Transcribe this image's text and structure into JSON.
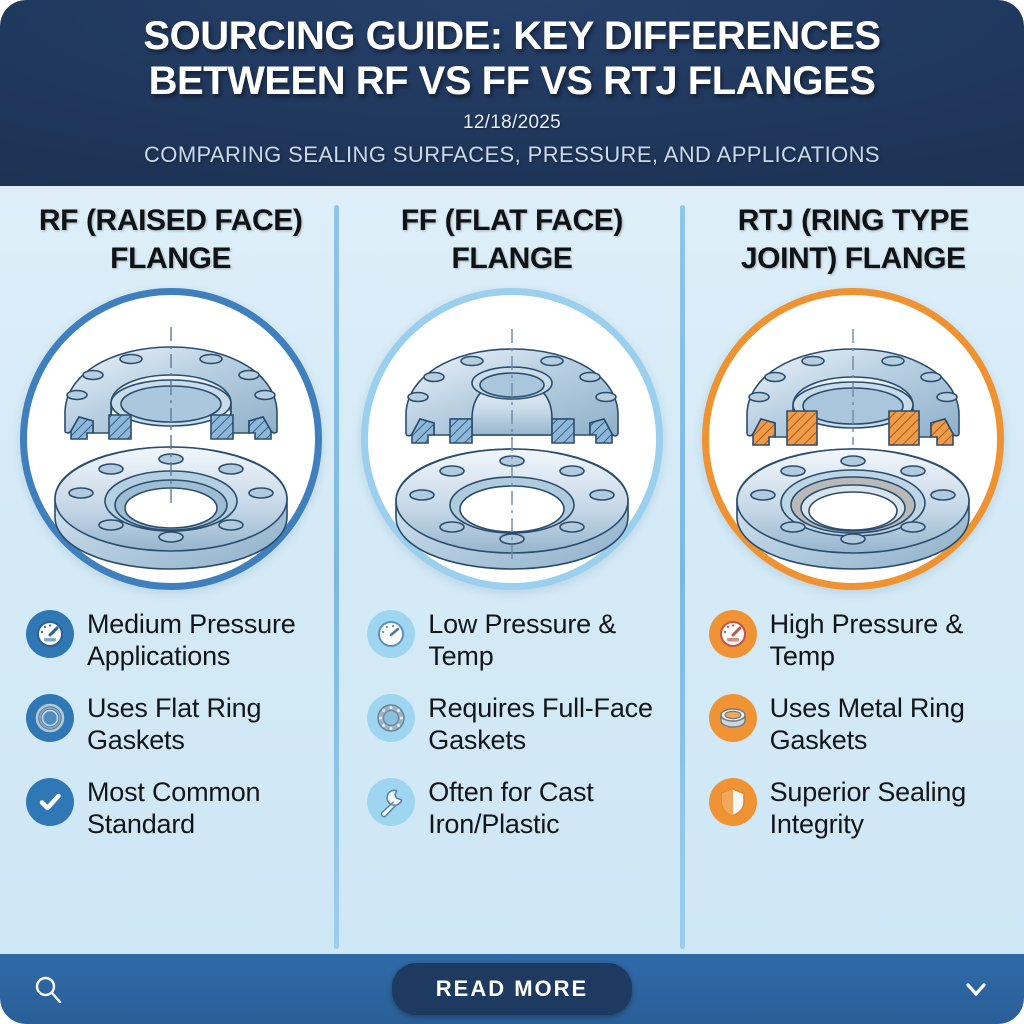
{
  "header": {
    "title": "SOURCING GUIDE: KEY DIFFERENCES BETWEEN RF VS FF VS RTJ FLANGES",
    "date": "12/18/2025",
    "subtitle": "COMPARING SEALING SURFACES, PRESSURE, AND APPLICATIONS",
    "background_color": "#1e3558",
    "title_color": "#ffffff"
  },
  "columns": [
    {
      "heading": "RF (RAISED FACE) FLANGE",
      "accent_color": "#3f7fbd",
      "illustration": "raised-face-flange-exploded-diagram",
      "bullets": [
        {
          "icon": "pressure-gauge-icon",
          "text": "Medium Pressure Applications",
          "icon_color": "#2f77b5"
        },
        {
          "icon": "flat-ring-gasket-icon",
          "text": "Uses Flat Ring Gaskets",
          "icon_color": "#2f77b5"
        },
        {
          "icon": "check-circle-icon",
          "text": "Most Common Standard",
          "icon_color": "#2f77b5"
        }
      ]
    },
    {
      "heading": "FF (FLAT FACE) FLANGE",
      "accent_color": "#9ad0ee",
      "illustration": "flat-face-flange-exploded-diagram",
      "bullets": [
        {
          "icon": "pressure-gauge-icon",
          "text": "Low Pressure & Temp",
          "icon_color": "#9ed5f0"
        },
        {
          "icon": "full-face-gasket-icon",
          "text": "Requires Full-Face Gaskets",
          "icon_color": "#9ed5f0"
        },
        {
          "icon": "wrench-icon",
          "text": "Often for Cast Iron/Plastic",
          "icon_color": "#9ed5f0"
        }
      ]
    },
    {
      "heading": "RTJ (RING TYPE JOINT) FLANGE",
      "accent_color": "#ef9332",
      "illustration": "ring-type-joint-flange-exploded-diagram",
      "bullets": [
        {
          "icon": "pressure-gauge-icon",
          "text": "High Pressure & Temp",
          "icon_color": "#f09334"
        },
        {
          "icon": "metal-ring-gasket-icon",
          "text": "Uses Metal Ring Gaskets",
          "icon_color": "#f09334"
        },
        {
          "icon": "shield-icon",
          "text": "Superior Sealing Integrity",
          "icon_color": "#f09334"
        }
      ]
    }
  ],
  "footer": {
    "search_icon": "search-icon",
    "read_more_label": "READ MORE",
    "chevron_icon": "chevron-down-icon",
    "background_color": "#2a5f98"
  }
}
